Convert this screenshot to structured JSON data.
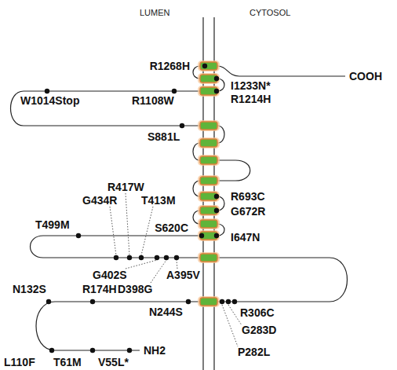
{
  "diagram": {
    "labels": [
      "LUMEN",
      "CYTOSOL",
      "R1268H",
      "COOH",
      "I1233N*",
      "R1214H",
      "W1014Stop",
      "R1108W",
      "S881L",
      "R417W",
      "G434R",
      "T413M",
      "R693C",
      "G672R",
      "T499M",
      "S620C",
      "I647N",
      "G402S",
      "A395V",
      "D398G",
      "N132S",
      "R174H",
      "N244S",
      "R306C",
      "G283D",
      "L110F",
      "T61M",
      "V55L*",
      "NH2",
      "P282L"
    ]
  }
}
